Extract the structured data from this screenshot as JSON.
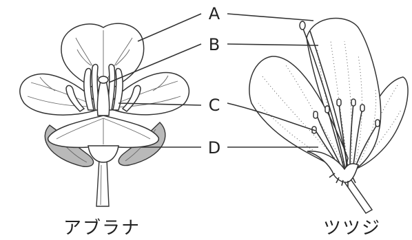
{
  "labels": {
    "a": "A",
    "b": "B",
    "c": "C",
    "d": "D"
  },
  "captions": {
    "left": "アブラナ",
    "right": "ツツジ"
  }
}
